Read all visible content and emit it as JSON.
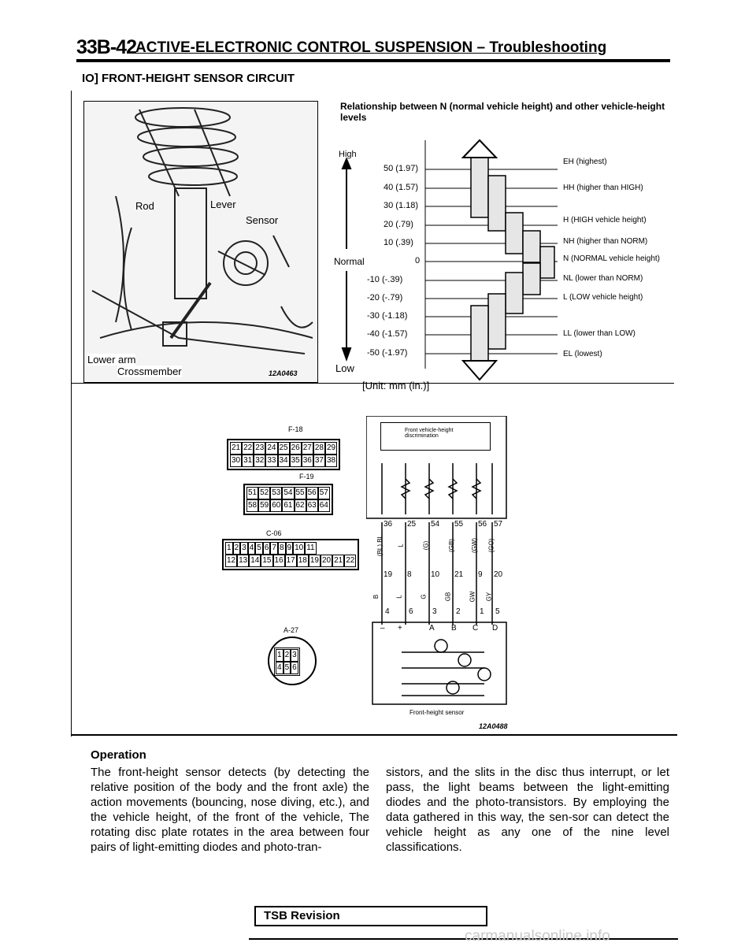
{
  "header": {
    "page": "33B-42",
    "title": "ACTIVE-ELECTRONIC CONTROL SUSPENSION – Troubleshooting"
  },
  "section": {
    "title": "IO] FRONT-HEIGHT SENSOR CIRCUIT"
  },
  "illustration": {
    "labels": {
      "rod": "Rod",
      "lever": "Lever",
      "sensor": "Sensor",
      "lower_arm": "Lower arm",
      "crossmember": "Crossmember"
    },
    "code": "12A0463"
  },
  "relationship": {
    "title": "Relationship between N (normal vehicle height) and other vehicle-height levels",
    "axis": {
      "high": "High",
      "normal": "Normal",
      "low": "Low"
    },
    "values": [
      "50 (1.97)",
      "40 (1.57)",
      "30 (1.18)",
      "20 (.79)",
      "10 (.39)",
      "0",
      "-10 (-.39)",
      "-20 (-.79)",
      "-30 (-1.18)",
      "-40 (-1.57)",
      "-50 (-1.97)"
    ],
    "levels": [
      "EH (highest)",
      "HH (higher than HIGH)",
      "H (HIGH vehicle height)",
      "NH (higher than NORM)",
      "N (NORMAL vehicle height)",
      "NL (lower than NORM)",
      "L (LOW vehicle height)",
      "LL (lower than LOW)",
      "EL (lowest)"
    ],
    "unit": "[Unit: mm (in.)]"
  },
  "connectors": {
    "f18": {
      "label": "F-18",
      "row1": [
        "21",
        "22",
        "23",
        "24",
        "25",
        "26",
        "27",
        "28",
        "29"
      ],
      "row2": [
        "30",
        "31",
        "32",
        "33",
        "34",
        "35",
        "36",
        "37",
        "38"
      ]
    },
    "f19": {
      "label": "F-19",
      "row1": [
        "51",
        "52",
        "53",
        "54",
        "55",
        "56",
        "57"
      ],
      "row2": [
        "58",
        "59",
        "60",
        "61",
        "62",
        "63",
        "64"
      ]
    },
    "c06": {
      "label": "C-06",
      "row1": [
        "1",
        "2",
        "3",
        "4",
        "5",
        "6",
        "7",
        "8",
        "9",
        "10",
        "11"
      ],
      "row2": [
        "12",
        "13",
        "14",
        "15",
        "16",
        "17",
        "18",
        "19",
        "20",
        "21",
        "22"
      ]
    },
    "a27": {
      "label": "A-27",
      "row1": [
        "1",
        "2",
        "3"
      ],
      "row2": [
        "4",
        "5",
        "6"
      ]
    }
  },
  "schematic": {
    "ecu_label": "Front vehicle-height discrimination",
    "pins_top": [
      "36",
      "25",
      "54",
      "55",
      "56",
      "57"
    ],
    "wires_top": [
      "(BL) BL",
      "L",
      "(G)",
      "(GB)",
      "(GW)",
      "(GO)"
    ],
    "pins_mid": [
      "19",
      "8",
      "10",
      "21",
      "9",
      "20"
    ],
    "wires_bot": [
      "B",
      "L",
      "G",
      "GB",
      "GW",
      "GY"
    ],
    "pins_bot": [
      "4",
      "6",
      "3",
      "2",
      "1",
      "5"
    ],
    "sensor_terms": [
      "–",
      "+",
      "A",
      "B",
      "C",
      "D"
    ],
    "sensor_label": "Front-height sensor",
    "code": "12A0488"
  },
  "operation": {
    "title": "Operation",
    "left": "The front-height sensor detects (by detecting the relative position of the body and the front axle) the action movements (bouncing, nose diving, etc.), and the vehicle height, of the front of the vehicle, The rotating disc plate rotates in the area between four pairs of light-emitting diodes and photo-tran-",
    "right": "sistors, and the slits in the disc thus interrupt, or let pass, the light beams between the light-emitting diodes and the photo-transistors. By employing the data gathered in this way, the sen-sor can detect the vehicle height as any one of the nine level classifications."
  },
  "footer": {
    "tsb": "TSB Revision",
    "watermark": "carmanualsonline.info"
  }
}
